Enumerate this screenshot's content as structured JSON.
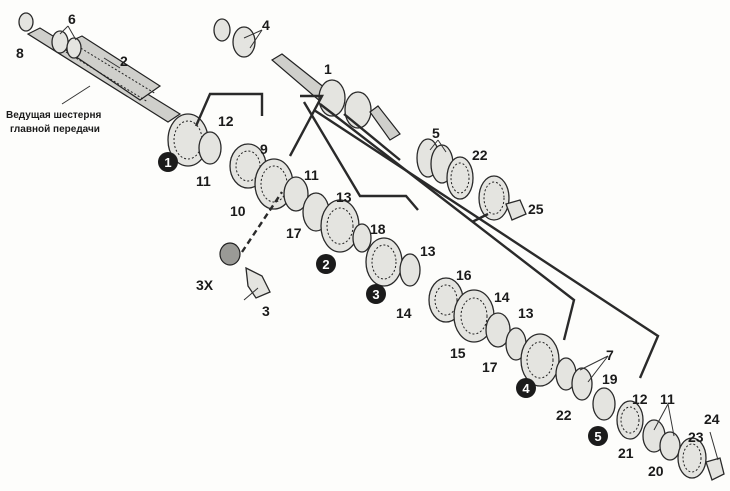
{
  "caption": {
    "line1": "Ведущая шестерня",
    "line2": "главной передачи"
  },
  "callouts": {
    "c1": "1",
    "c2": "2",
    "c3": "3",
    "c3x": "3X",
    "c4": "4",
    "c5": "5",
    "c6": "6",
    "c7": "7",
    "c8": "8",
    "c9": "9",
    "c10": "10",
    "c11": "11",
    "c12": "12",
    "c13": "13",
    "c14": "14",
    "c15": "15",
    "c16": "16",
    "c17": "17",
    "c18": "18",
    "c19": "19",
    "c20": "20",
    "c21": "21",
    "c22": "22",
    "c23": "23",
    "c24": "24",
    "c25": "25"
  },
  "gear_numbers": {
    "g1": "1",
    "g2": "2",
    "g3": "3",
    "g4": "4",
    "g5": "5"
  },
  "colors": {
    "line": "#2a2a2a",
    "badge": "#1b1b1b",
    "paper": "#fdfdfb"
  }
}
